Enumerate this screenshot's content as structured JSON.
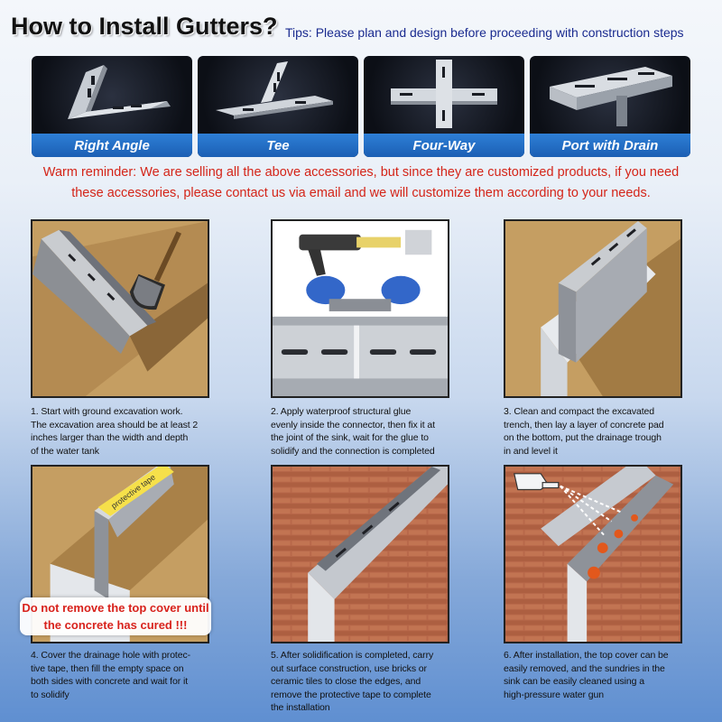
{
  "header": {
    "title": "How to Install Gutters?",
    "tips": "Tips: Please plan and design before proceeding with construction steps"
  },
  "accessories": [
    {
      "label": "Right Angle",
      "icon": "right-angle-gutter-icon"
    },
    {
      "label": "Tee",
      "icon": "tee-gutter-icon"
    },
    {
      "label": "Four-Way",
      "icon": "four-way-gutter-icon"
    },
    {
      "label": "Port with Drain",
      "icon": "drain-port-gutter-icon"
    }
  ],
  "reminder": {
    "line1": "Warm reminder: We are selling all the above accessories, but since they are customized products, if you need",
    "line2": "these accessories, please contact us via email and we will customize them according to your needs."
  },
  "steps": [
    {
      "lines": [
        "1. Start with ground excavation work.",
        "The excavation area should be at least 2",
        "inches larger than the width and depth",
        "of the water tank"
      ]
    },
    {
      "lines": [
        "2. Apply waterproof structural glue",
        "evenly inside the connector, then fix it at",
        "the joint of the sink, wait for the glue to",
        "solidify and the connection is completed"
      ]
    },
    {
      "lines": [
        "3. Clean and compact the excavated",
        "trench, then lay a layer of concrete pad",
        "on the bottom, put the drainage trough",
        "in and level it"
      ]
    },
    {
      "lines": [
        "4. Cover the drainage hole with protec-",
        "tive tape, then fill the empty space on",
        "both sides with concrete and wait for it",
        "to solidify"
      ]
    },
    {
      "lines": [
        "5. After solidification is completed, carry",
        "out surface construction, use bricks or",
        "ceramic tiles to close the edges, and",
        "remove the protective tape to complete",
        "the installation"
      ]
    },
    {
      "lines": [
        "6. After installation, the top cover can be",
        "easily removed, and the sundries in the",
        "sink can be easily cleaned using a",
        "high-pressure water gun"
      ]
    }
  ],
  "step4": {
    "tape_label": "protective tape",
    "warning_line1": "Do not remove the top cover until",
    "warning_line2": "the concrete has cured !!!"
  },
  "colors": {
    "title": "#111111",
    "tips": "#1a2b8f",
    "reminder": "#d42418",
    "label_bar": "#1b5fb4",
    "warning": "#d8221c"
  }
}
